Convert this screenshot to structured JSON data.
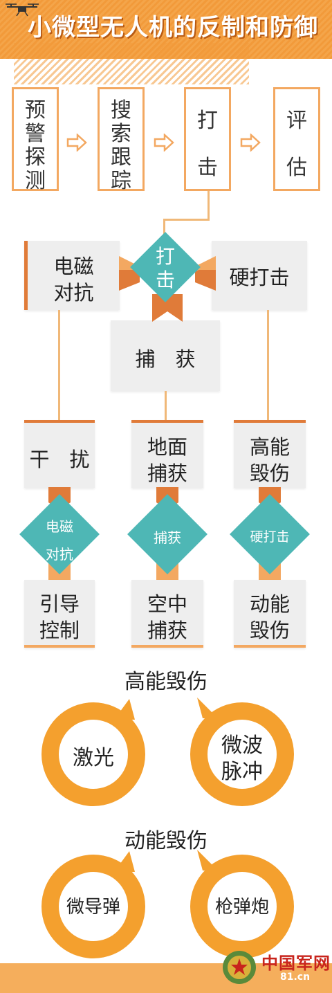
{
  "header": {
    "title": "小微型无人机的反制和防御"
  },
  "steps": [
    {
      "lines": [
        "预",
        "警",
        "探",
        "测"
      ]
    },
    {
      "lines": [
        "搜",
        "索",
        "跟",
        "踪"
      ]
    },
    {
      "lines": [
        "打",
        "击"
      ]
    },
    {
      "lines": [
        "评",
        "估"
      ]
    }
  ],
  "strike": {
    "center_lines": [
      "打",
      "击"
    ],
    "left_lines": [
      "电磁",
      "对抗"
    ],
    "right": "硬打击",
    "bottom": "捕　获"
  },
  "methods": [
    {
      "top_lines": [
        "干　扰"
      ],
      "diamond_lines": [
        "电磁",
        "对抗"
      ],
      "bottom_lines": [
        "引导",
        "控制"
      ]
    },
    {
      "top_lines": [
        "地面",
        "捕获"
      ],
      "diamond_lines": [
        "捕获"
      ],
      "bottom_lines": [
        "空中",
        "捕获"
      ]
    },
    {
      "top_lines": [
        "高能",
        "毁伤"
      ],
      "diamond_lines": [
        "硬打击"
      ],
      "bottom_lines": [
        "动能",
        "毁伤"
      ]
    }
  ],
  "high_energy": {
    "title": "高能毁伤",
    "items": [
      {
        "lines": [
          "激光"
        ]
      },
      {
        "lines": [
          "微波",
          "脉冲"
        ]
      }
    ]
  },
  "kinetic": {
    "title": "动能毁伤",
    "items": [
      {
        "lines": [
          "微导弹"
        ]
      },
      {
        "lines": [
          "枪弹炮"
        ]
      }
    ]
  },
  "footer": {
    "logo_cn": "中国军网",
    "logo_sub": "81.cn"
  },
  "colors": {
    "orange": "#f29a3a",
    "light_orange": "#f3a861",
    "teal": "#4eb7b5",
    "grey": "#eeeeee",
    "dark_orange": "#e07b39"
  },
  "icons": {
    "header": "drone-icon",
    "arrow": "arrow-right-icon",
    "footer": "army-emblem-icon"
  }
}
